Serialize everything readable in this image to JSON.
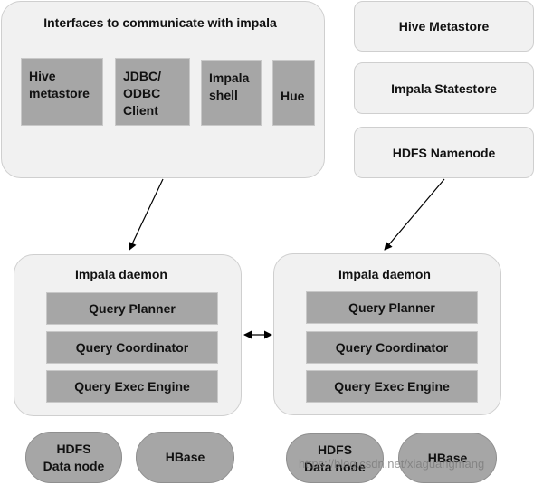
{
  "interfaces": {
    "title": "Interfaces to communicate with impala",
    "items": [
      "Hive\nmetastore",
      "JDBC/\nODBC\nClient",
      "Impala\nshell",
      "Hue"
    ]
  },
  "services": [
    "Hive Metastore",
    "Impala Statestore",
    "HDFS Namenode"
  ],
  "daemons": [
    {
      "title": "Impala daemon",
      "components": [
        "Query Planner",
        "Query Coordinator",
        "Query Exec Engine"
      ]
    },
    {
      "title": "Impala daemon",
      "components": [
        "Query Planner",
        "Query Coordinator",
        "Query Exec Engine"
      ]
    }
  ],
  "storage_left": [
    "HDFS\nData node",
    "HBase"
  ],
  "storage_right": [
    "HDFS\nData node",
    "HBase"
  ],
  "watermark": "https://blog.csdn.net/xiaguangmang",
  "colors": {
    "panel": "#f1f1f1",
    "component": "#a6a6a6"
  }
}
